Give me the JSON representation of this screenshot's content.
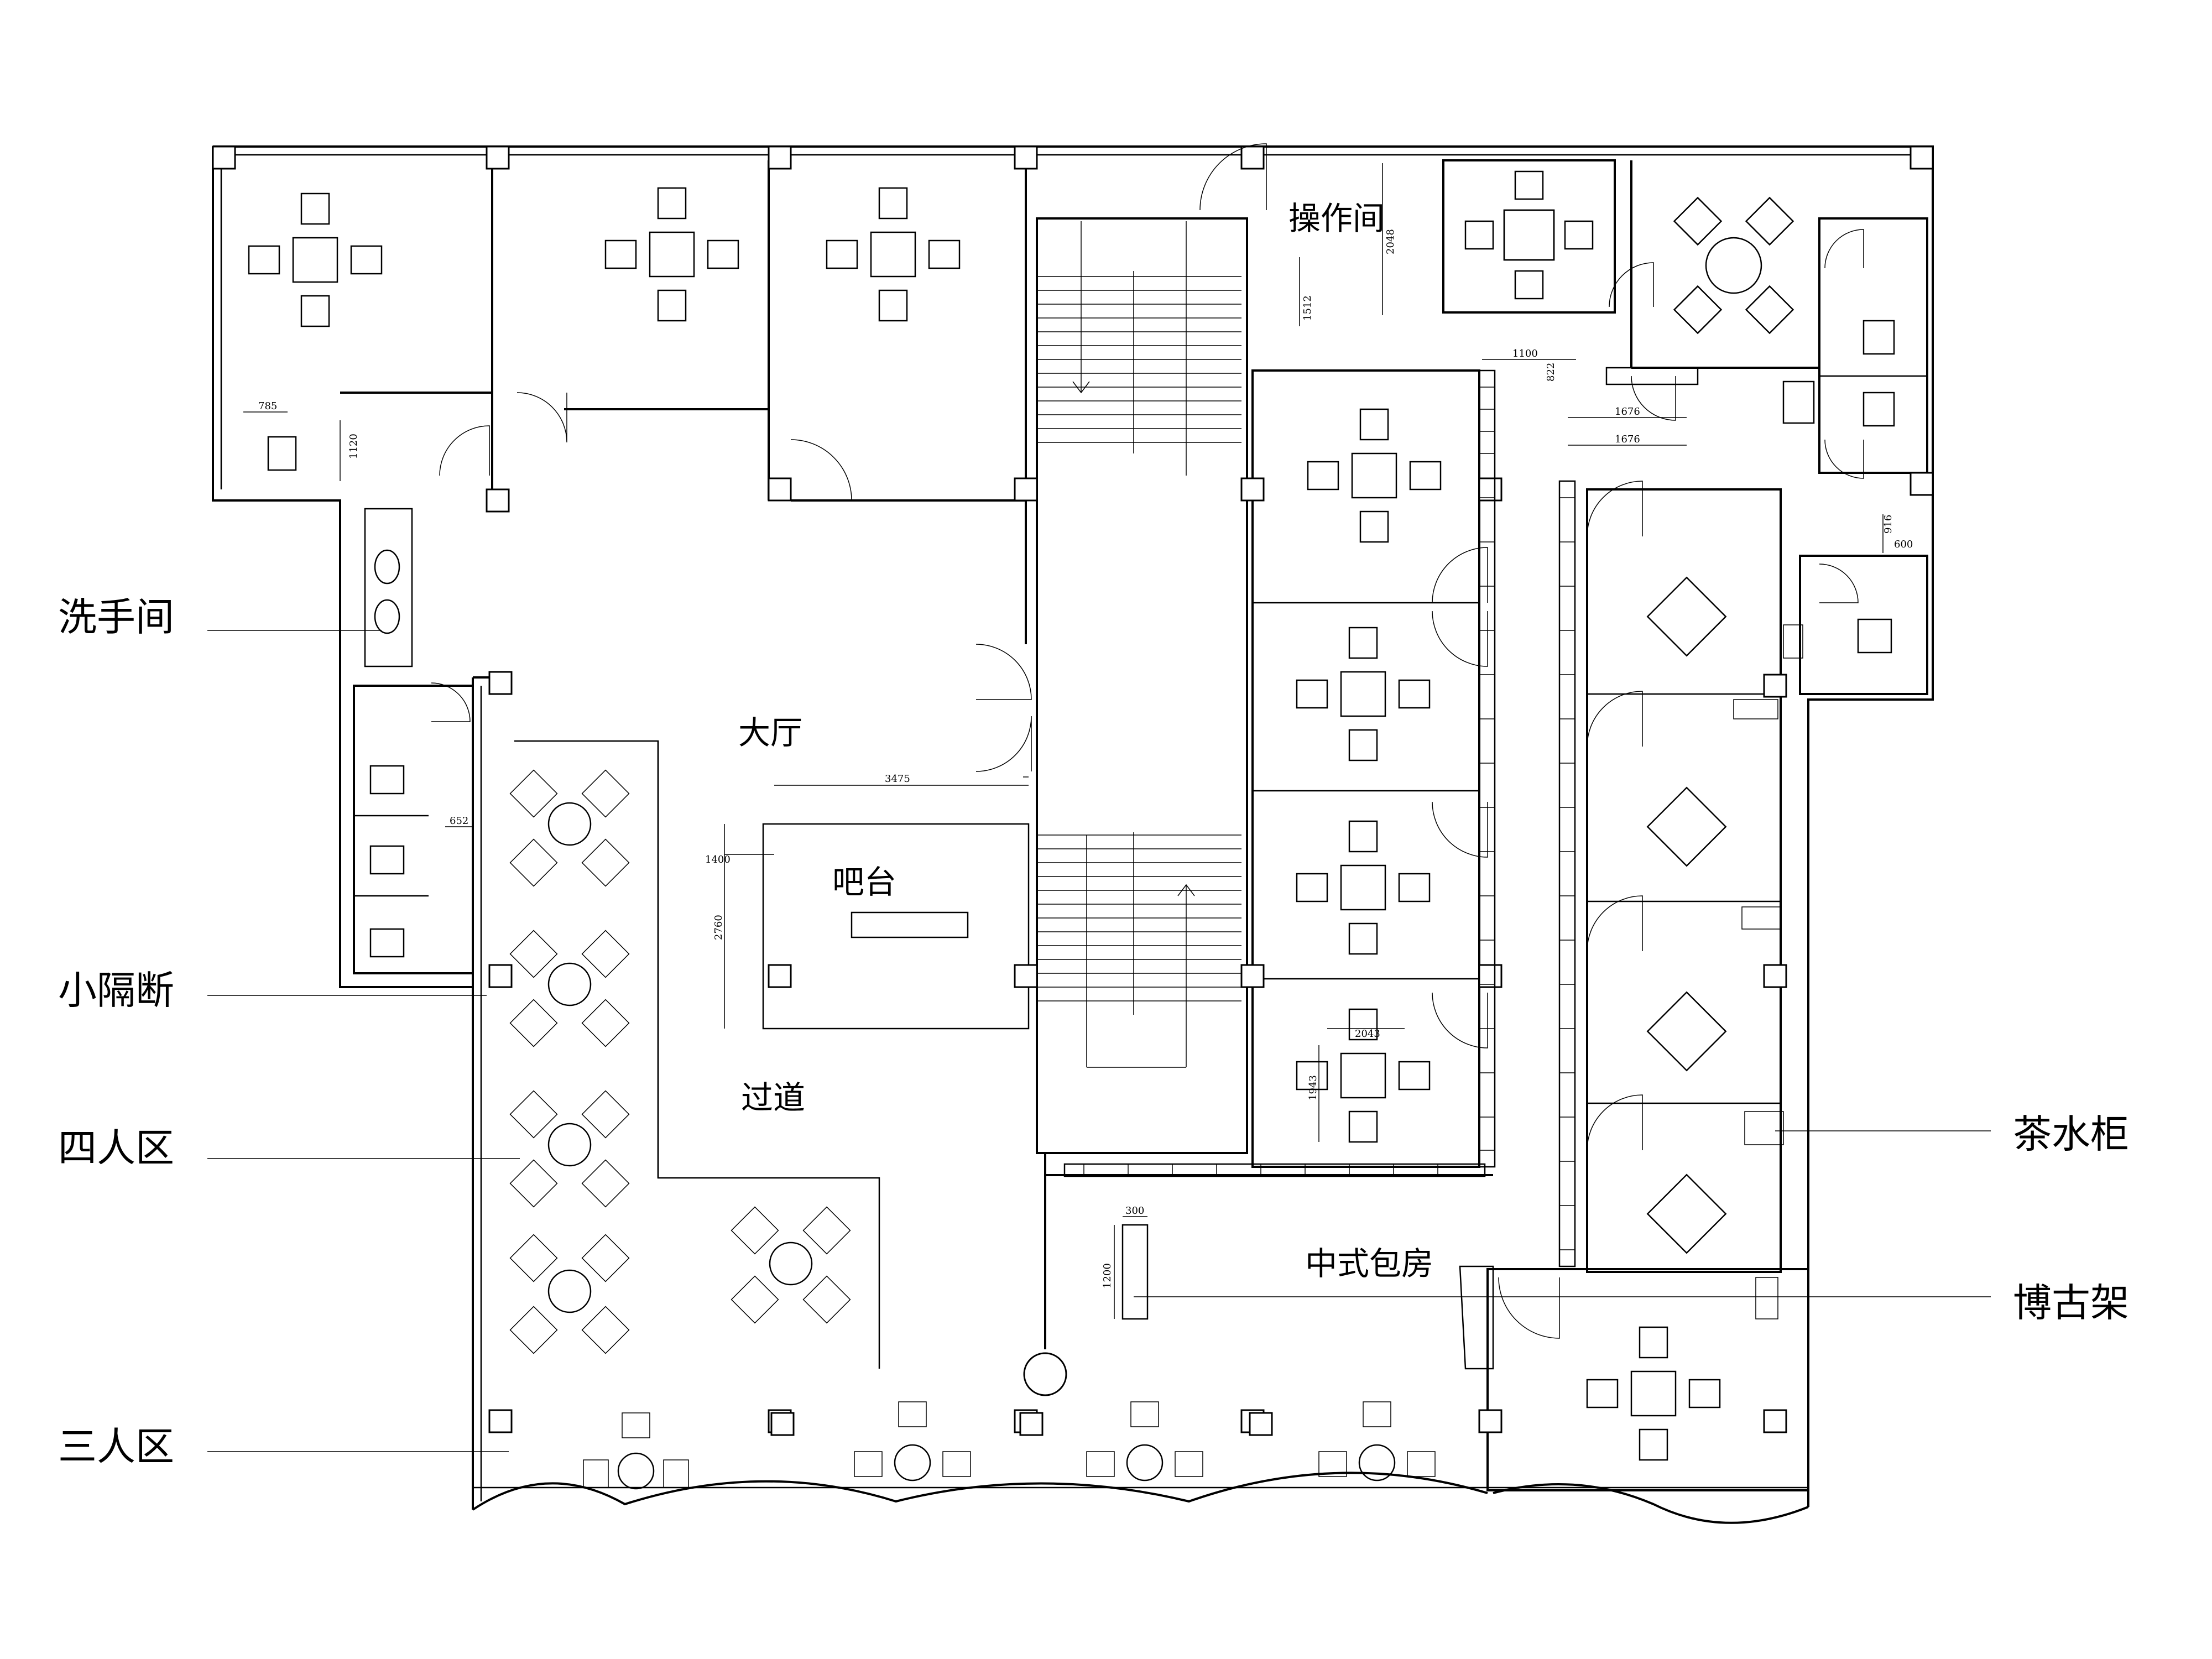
{
  "labels": {
    "washroom": "洗手间",
    "small_partition": "小隔断",
    "four_person_area": "四人区",
    "three_person_area": "三人区",
    "tea_cabinet": "茶水柜",
    "curio_shelf": "博古架",
    "operation_room": "操作间",
    "hall": "大厅",
    "bar_counter": "吧台",
    "corridor": "过道",
    "chinese_private_room": "中式包房"
  },
  "dimensions": {
    "d785": "785",
    "d1120": "1120",
    "d652": "652",
    "d3475": "3475",
    "d1400": "1400",
    "d2760": "2760",
    "d2048": "2048",
    "d1512": "1512",
    "d1100": "1100",
    "d822": "822",
    "d1676a": "1676",
    "d1676b": "1676",
    "d916": "916",
    "d600": "600",
    "d2043": "2043",
    "d1943": "1943",
    "d300": "300",
    "d1200": "1200"
  },
  "colors": {
    "line": "#000000",
    "background": "#ffffff"
  }
}
